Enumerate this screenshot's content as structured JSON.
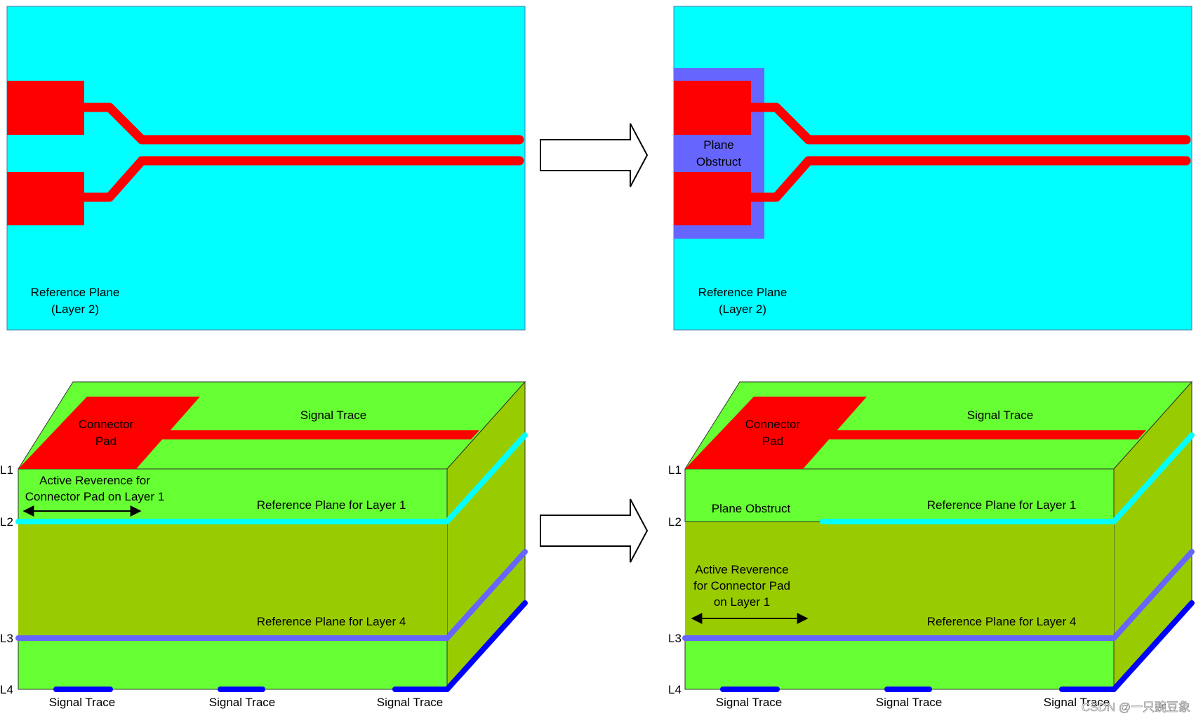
{
  "colors": {
    "plane": "#00ffff",
    "plane_line": "#00e8f5",
    "copper": "#ff0000",
    "obstruct": "#6666ff",
    "layer_light": "#66ff33",
    "layer_dark": "#99cc00",
    "ref_l4": "#6666ff",
    "signal_l4": "#0000ff"
  },
  "top_left": {
    "reference_plane": "Reference Plane",
    "layer": "(Layer 2)"
  },
  "top_right": {
    "obstruct_line1": "Plane",
    "obstruct_line2": "Obstruct",
    "reference_plane": "Reference Plane",
    "layer": "(Layer 2)"
  },
  "bottom_left": {
    "connector_pad_line1": "Connector",
    "connector_pad_line2": "Pad",
    "signal_trace_top": "Signal Trace",
    "active_ref_line1": "Active Reverence for",
    "active_ref_line2": "Connector Pad on Layer 1",
    "ref_plane_l1": "Reference Plane for Layer 1",
    "ref_plane_l4": "Reference Plane for Layer 4",
    "signal_traces_bottom": [
      "Signal Trace",
      "Signal Trace",
      "Signal Trace"
    ]
  },
  "bottom_right": {
    "connector_pad_line1": "Connector",
    "connector_pad_line2": "Pad",
    "signal_trace_top": "Signal Trace",
    "plane_obstruct": "Plane Obstruct",
    "ref_plane_l1": "Reference Plane for Layer 1",
    "active_ref_line1": "Active Reverence",
    "active_ref_line2": "for Connector Pad",
    "active_ref_line3": "on Layer 1",
    "ref_plane_l4": "Reference Plane for Layer 4",
    "signal_traces_bottom": [
      "Signal Trace",
      "Signal Trace",
      "Signal Trace"
    ]
  },
  "layer_labels": [
    "L1",
    "L2",
    "L3",
    "L4"
  ],
  "watermark": "CSDN @一只豌豆象"
}
